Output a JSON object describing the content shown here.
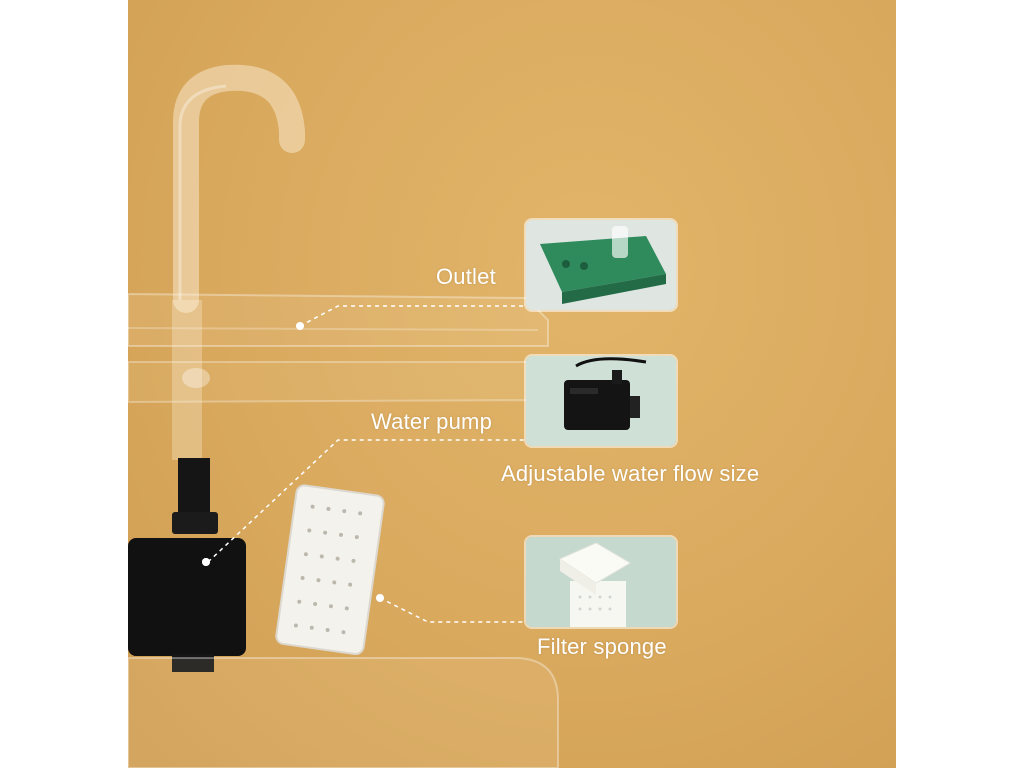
{
  "labels": {
    "outlet": "Outlet",
    "water_pump": "Water pump",
    "adjustable_flow": "Adjustable water flow size",
    "filter_sponge": "Filter sponge"
  },
  "colors": {
    "background": "#d9a95e",
    "label_text": "#ffffff",
    "tray_green": "#2f8a5c",
    "thumb_bg": "#cfe0d6",
    "pump_black": "#141414"
  }
}
